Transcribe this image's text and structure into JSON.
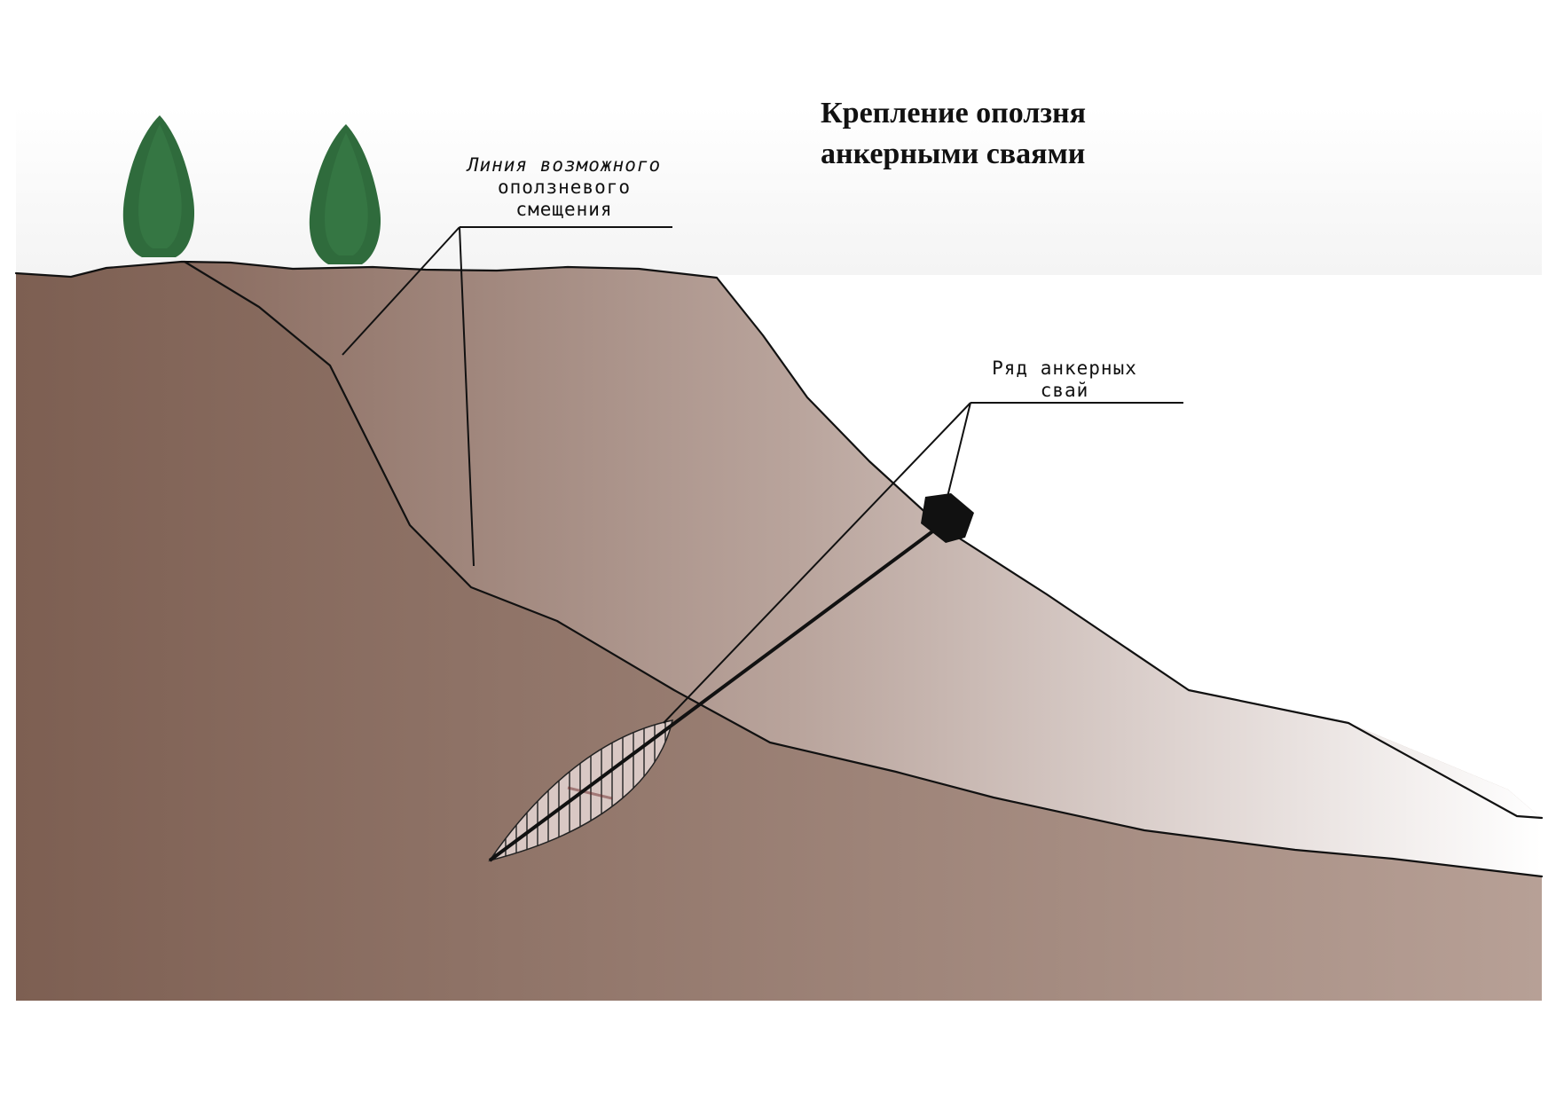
{
  "title": {
    "line1": "Крепление оползня",
    "line2": "анкерными сваями"
  },
  "labels": {
    "slip_line": {
      "line1": "Линия возможного",
      "line2": "оползневого",
      "line3": "смещения"
    },
    "anchor_piles": {
      "line1": "Ряд анкерных",
      "line2": "свай"
    }
  },
  "colors": {
    "soil_dark": "#7d5f52",
    "soil_light": "#b7a096",
    "slide_mass_dark": "#8a6e62",
    "slide_mass_light": "#f2efee",
    "tree_green": "#2f6b3c",
    "bulb_fill": "#d9c8c4",
    "pile_head": "#111111"
  },
  "icons": {
    "tree": "conifer-tree-icon",
    "pile_head": "anchor-pile-head-icon"
  }
}
